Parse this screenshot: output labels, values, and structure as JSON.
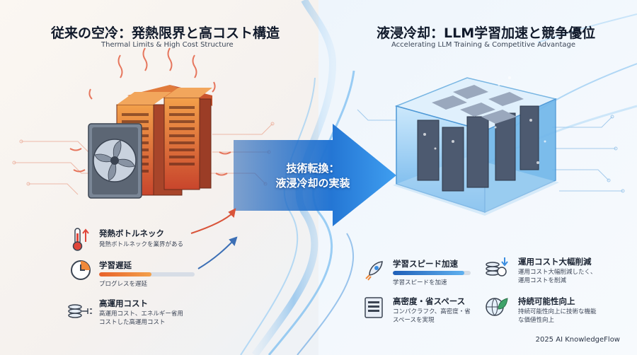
{
  "left": {
    "title": "従来の空冷：発熱限界と高コスト構造",
    "subtitle": "Thermal Limits & High Cost Structure",
    "items": [
      {
        "label": "発熱ボトルネック",
        "desc": "発熱ボトルネックを業界がある",
        "icon": "thermometer-icon"
      },
      {
        "label": "学習遅延",
        "desc": "プログレスを遅延",
        "icon": "clock-icon",
        "progress": 0.55
      },
      {
        "label": "高運用コスト",
        "desc": "高運用コスト、エネルギー省用\nコストした高運用コスト",
        "icon": "coins-plug-icon"
      }
    ]
  },
  "arrow": {
    "line1": "技術転換：",
    "line2": "液浸冷却の実装"
  },
  "right": {
    "title": "液浸冷却：LLM学習加速と競争優位",
    "subtitle": "Accelerating LLM Training & Competitive Advantage",
    "items": [
      {
        "label": "学習スピード加速",
        "desc": "学習スピードを加速",
        "icon": "rocket-icon",
        "progress": 0.92
      },
      {
        "label": "運用コスト大幅削減",
        "desc": "運用コスト大幅削減したく、\n運用コストを削減",
        "icon": "coins-down-icon"
      },
      {
        "label": "高密度・省スペース",
        "desc": "コンパクラフク、高密度・省\nスペースを実現",
        "icon": "server-rack-icon"
      },
      {
        "label": "持続可能性向上",
        "desc": "持続可能性向上に技術な機能\nな価値性向上",
        "icon": "leaf-globe-icon"
      }
    ]
  },
  "footer": "2025 AI KnowledgeFlow",
  "colors": {
    "hot": "#e8622a",
    "cool": "#2f7fd6",
    "accent_blue": "#3a8de0"
  }
}
